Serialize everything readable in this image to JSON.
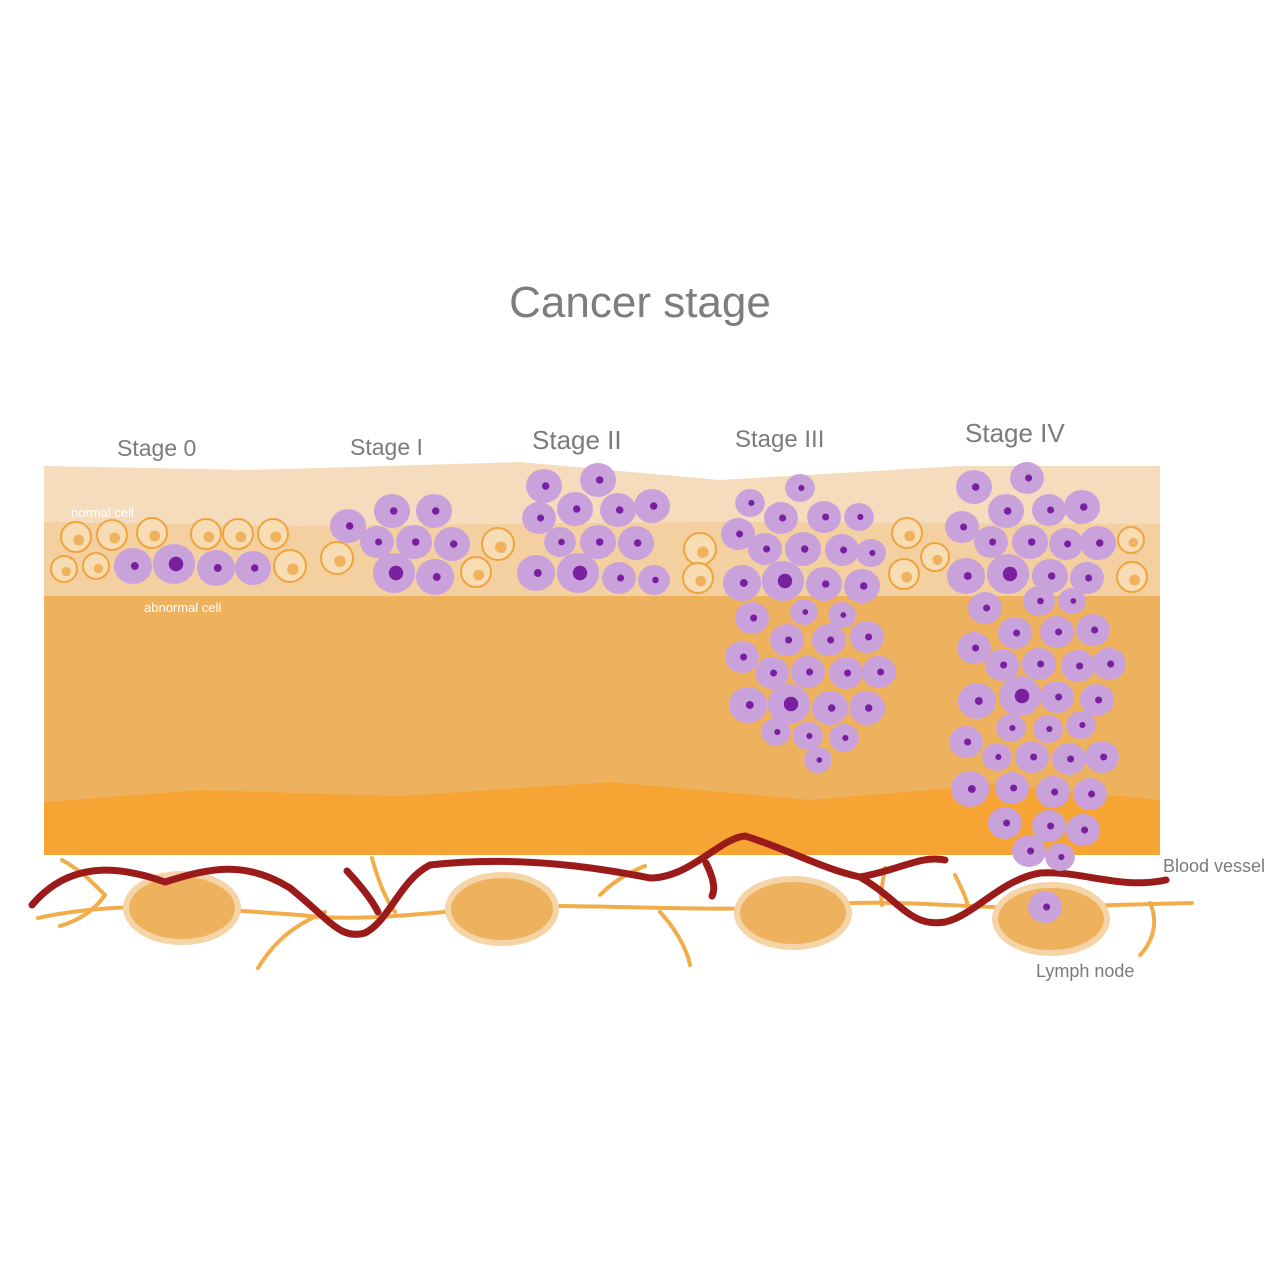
{
  "title": "Cancer stage",
  "stages": [
    {
      "label": "Stage 0"
    },
    {
      "label": "Stage I"
    },
    {
      "label": "Stage II"
    },
    {
      "label": "Stage III"
    },
    {
      "label": "Stage IV"
    }
  ],
  "annotations": {
    "normal_cell": "normal cell",
    "abnormal_cell": "abnormal cell",
    "blood_vessel": "Blood vessel",
    "lymph_node": "Lymph node"
  },
  "colors": {
    "epidermis_top": "#f5dcbc",
    "epidermis_cells": "#f4cf9f",
    "dermis": "#eeb25f",
    "subcutis": "#f6a534",
    "normal_cell_outline": "#efa43f",
    "abnormal_cell": "#c9a2dc",
    "abnormal_nucleus": "#7a1fa0",
    "blood_vessel": "#9b1b1b",
    "lymph_vessel": "#f2ad4a",
    "lymph_node": "#eeb25f",
    "lymph_node_border": "#f5d5a8",
    "title_text": "#7d7d7d"
  }
}
